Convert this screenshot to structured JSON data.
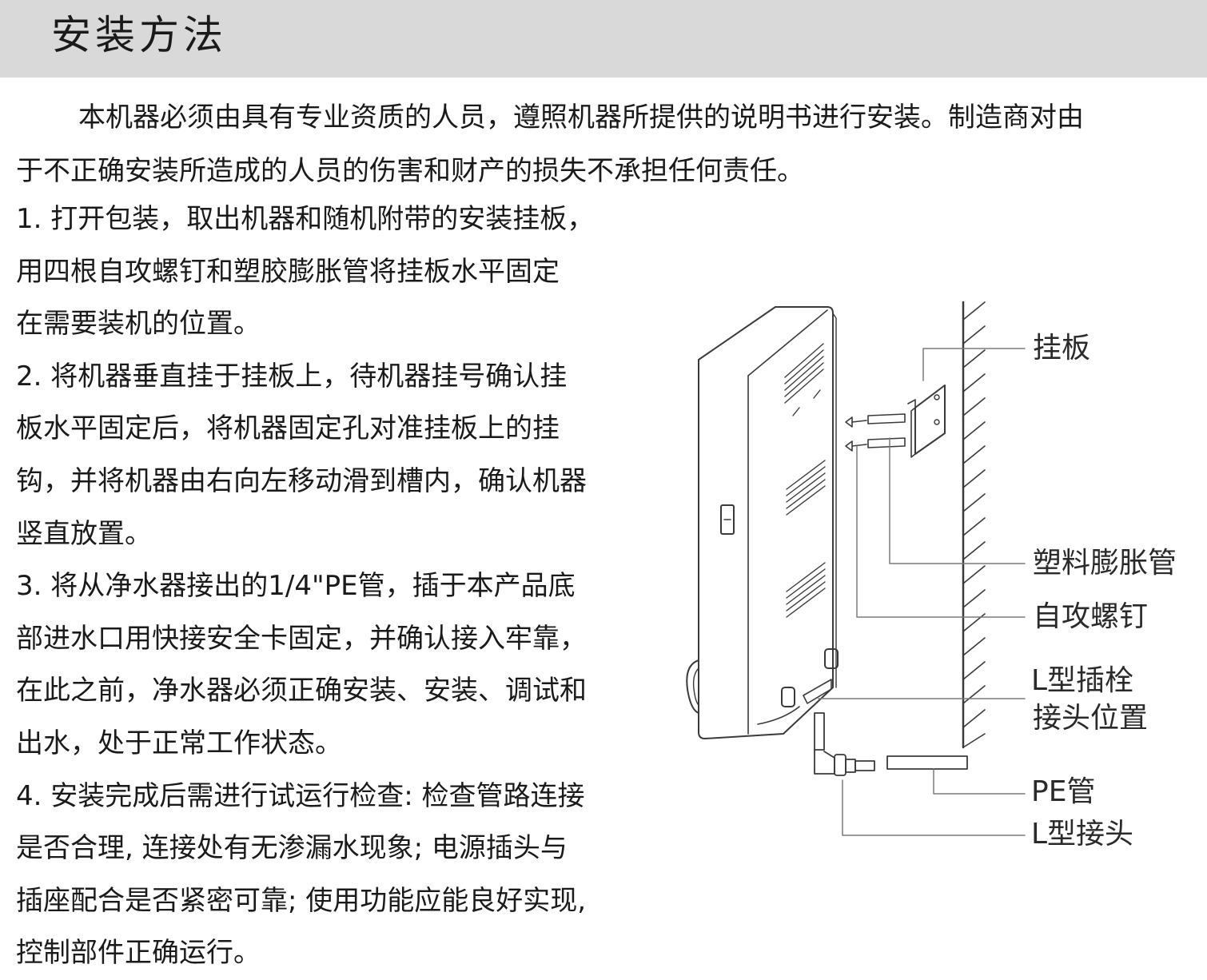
{
  "header": {
    "title": "安装方法"
  },
  "intro": {
    "line1": "本机器必须由具有专业资质的人员，遵照机器所提供的说明书进行安装。制造商对由",
    "line2": "于不正确安装所造成的人员的伤害和财产的损失不承担任何责任。"
  },
  "steps": [
    "1. 打开包装，取出机器和随机附带的安装挂板，",
    "用四根自攻螺钉和塑胶膨胀管将挂板水平固定",
    "在需要装机的位置。",
    "2. 将机器垂直挂于挂板上，待机器挂号确认挂",
    "板水平固定后，将机器固定孔对准挂板上的挂",
    "钩，并将机器由右向左移动滑到槽内，确认机器",
    "竖直放置。",
    "3. 将从净水器接出的1/4\"PE管，插于本产品底",
    "部进水口用快接安全卡固定，并确认接入牢靠，",
    "在此之前，净水器必须正确安装、安装、调试和",
    "出水，处于正常工作状态。",
    "4. 安装完成后需进行试运行检查: 检查管路连接",
    "是否合理, 连接处有无渗漏水现象; 电源插头与",
    "插座配合是否紧密可靠; 使用功能应能良好实现,",
    "控制部件正确运行。"
  ],
  "diagram": {
    "labels": {
      "mounting_plate": "挂板",
      "plastic_anchor": "塑料膨胀管",
      "self_tapping_screw": "自攻螺钉",
      "l_plug_position_line1": "L型插栓",
      "l_plug_position_line2": "接头位置",
      "pe_tube": "PE管",
      "l_connector": "L型接头"
    }
  }
}
